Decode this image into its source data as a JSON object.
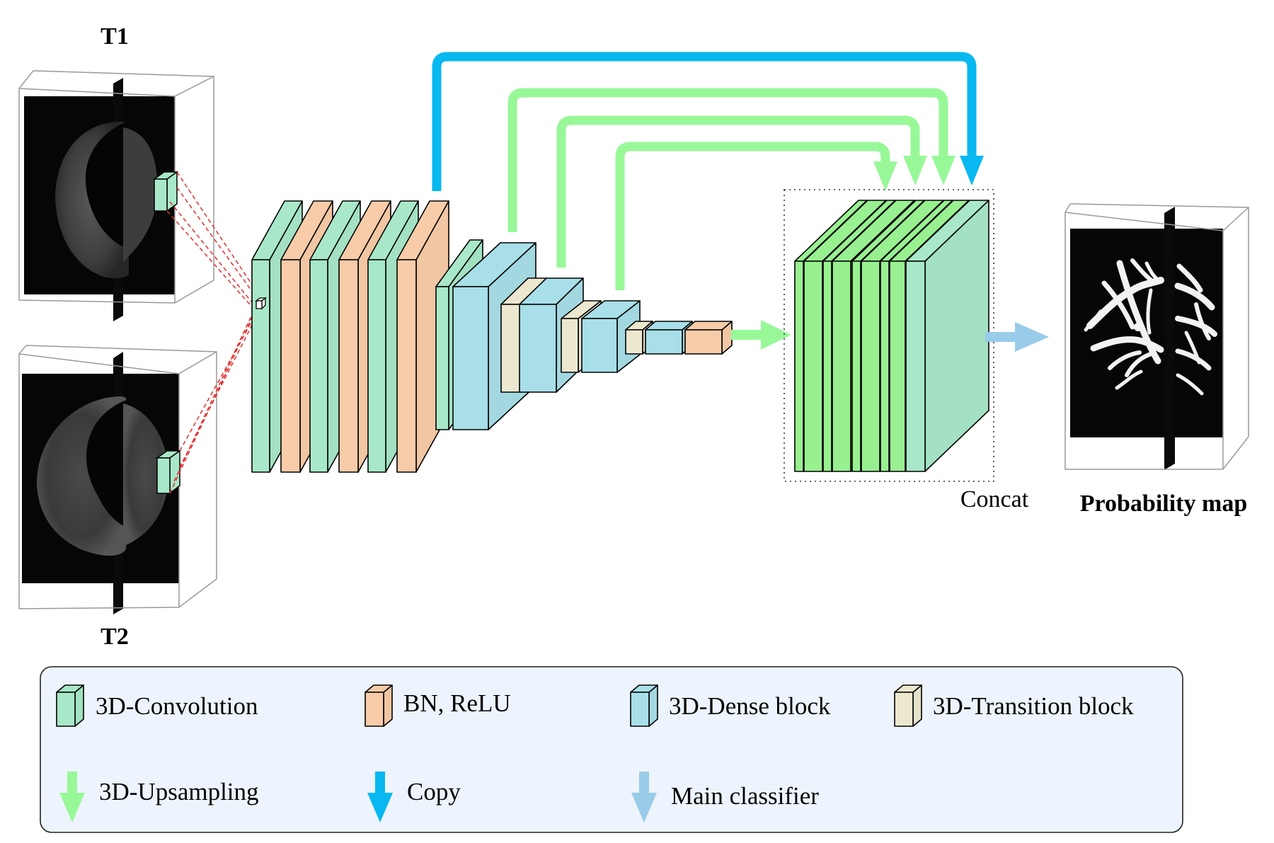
{
  "inputs": [
    {
      "label": "T1"
    },
    {
      "label": "T2"
    }
  ],
  "output": {
    "label": "Probability map"
  },
  "concat": {
    "label": "Concat"
  },
  "colors": {
    "conv": "#a8e8c8",
    "bn_relu": "#f8cca8",
    "dense": "#a8dfe8",
    "transition": "#ece8d0",
    "upsample_block": "#98f090",
    "upsampling_arrow": "#98f898",
    "copy_arrow": "#08b8f0",
    "main_classifier_arrow": "#98cce8",
    "legend_bg": "#edf4fd"
  },
  "legend": {
    "items": [
      {
        "label": "3D-Convolution",
        "icon": "conv-cube-icon"
      },
      {
        "label": "BN, ReLU",
        "icon": "bn-relu-cube-icon"
      },
      {
        "label": "3D-Dense block",
        "icon": "dense-cube-icon"
      },
      {
        "label": "3D-Transition block",
        "icon": "transition-cube-icon"
      },
      {
        "label": "3D-Upsampling",
        "icon": "upsampling-arrow-icon"
      },
      {
        "label": "Copy",
        "icon": "copy-arrow-icon"
      },
      {
        "label": "Main classifier",
        "icon": "main-classifier-arrow-icon"
      }
    ]
  }
}
